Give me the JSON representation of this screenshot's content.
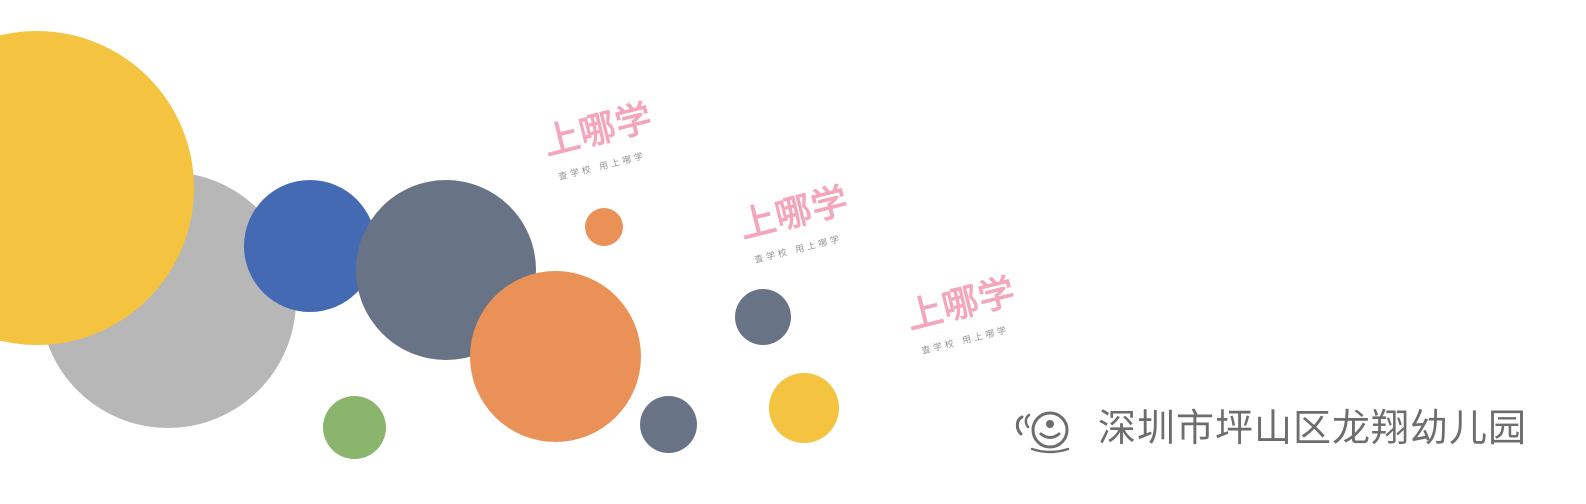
{
  "watermarks": [
    {
      "main": "上哪学",
      "sub": "查学校  用上哪学"
    },
    {
      "main": "上哪学",
      "sub": "查学校  用上哪学"
    },
    {
      "main": "上哪学",
      "sub": "查学校  用上哪学"
    }
  ],
  "footer": {
    "name": "深圳市坪山区龙翔幼儿园",
    "logo_icon": "kindergarten-logo-icon"
  },
  "colors": {
    "yellow": "#F4C33F",
    "gray": "#B7B7B7",
    "blue": "#436AB2",
    "slate": "#687486",
    "orange": "#EA9157",
    "green": "#8BB56D",
    "watermark": "#F4A3B8",
    "text": "#6D6D6D"
  }
}
